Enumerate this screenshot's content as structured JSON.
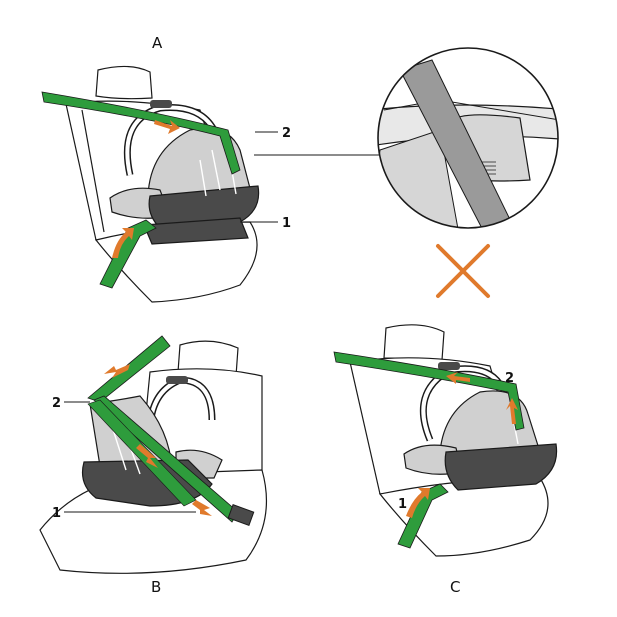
{
  "panels": {
    "A": {
      "letter": "A",
      "callout_1": "1",
      "callout_2": "2"
    },
    "B": {
      "letter": "B",
      "callout_1": "1",
      "callout_2": "2"
    },
    "C": {
      "letter": "C",
      "callout_1": "1",
      "callout_2": "2"
    }
  },
  "colors": {
    "belt": "#2e9c3c",
    "arrow": "#e07a2c",
    "seat_grey": "#d0d0d0",
    "shell_dark": "#4a4a4a",
    "outline": "#1a1a1a",
    "cross": "#e07a2c"
  },
  "icons": {
    "wrong_mark": "cross-icon",
    "direction": "arrow-icon"
  }
}
